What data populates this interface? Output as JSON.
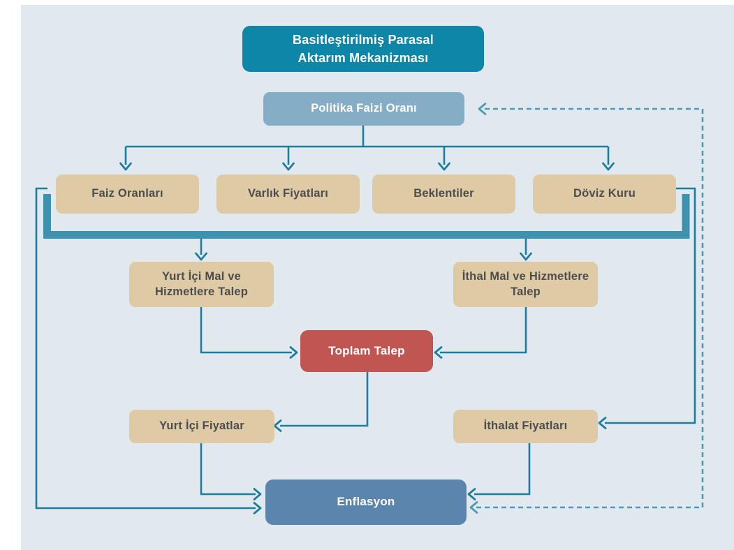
{
  "colors": {
    "page-bg": "#ffffff",
    "panel-bg": "#e2e9ee",
    "title-bg": "#0e86a8",
    "policy-bg": "#85aec6",
    "tan-bg": "#decba6",
    "tan-text": "#4d4d4d",
    "red-bg": "#c05551",
    "inflation-bg": "#5c85ad",
    "box-text": "#ffffff",
    "line": "#1b7e9e",
    "bar": "#3e92b0",
    "dash": "#4c9cb6"
  },
  "diagram": {
    "title": "Basitleştirilmiş Parasal Aktarım Mekanizması",
    "nodes": {
      "policy_rate": "Politika Faizi Oranı",
      "interest_rates": "Faiz Oranları",
      "asset_prices": "Varlık Fiyatları",
      "expectations": "Beklentiler",
      "exchange_rate": "Döviz Kuru",
      "domestic_goods_demand": "Yurt İçi Mal ve Hizmetlere Talep",
      "imported_goods_demand": "İthal Mal ve Hizmetlere Talep",
      "aggregate_demand": "Toplam Talep",
      "domestic_prices": "Yurt İçi Fiyatlar",
      "import_prices": "İthalat Fiyatları",
      "inflation": "Enflasyon"
    }
  }
}
